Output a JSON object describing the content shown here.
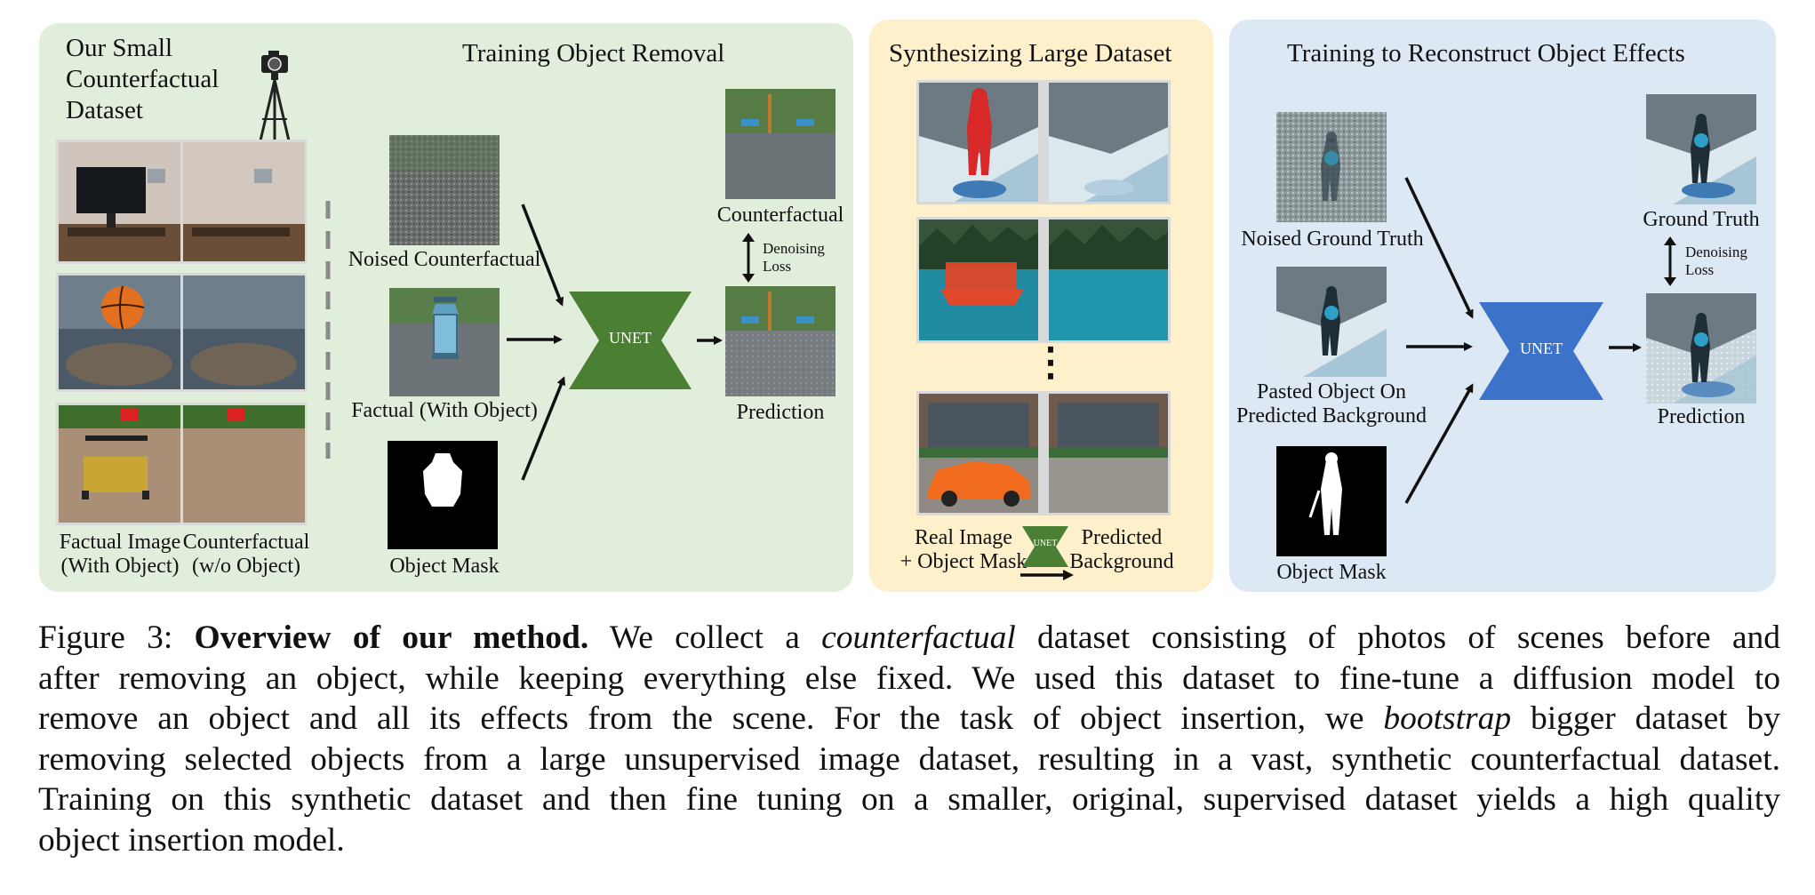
{
  "colors": {
    "green_panel": "#e2eedc",
    "yellow_panel": "#fdf0cb",
    "blue_panel": "#dde8f5",
    "unet_green": "#4b7f34",
    "unet_blue": "#3d72c9"
  },
  "panel_dataset": {
    "title_lines": [
      "Our Small",
      "Counterfactual",
      "Dataset"
    ],
    "icon": "tripod-camera-icon",
    "factual_label_lines": [
      "Factual Image",
      "(With Object)"
    ],
    "counterfactual_label_lines": [
      "Counterfactual",
      "(w/o Object)"
    ]
  },
  "panel_removal": {
    "title": "Training Object Removal",
    "noised_label": "Noised Counterfactual",
    "factual_label": "Factual (With Object)",
    "mask_label": "Object Mask",
    "unet_label": "UNET",
    "counterfactual_label": "Counterfactual",
    "loss_lines": [
      "Denoising",
      "Loss"
    ],
    "prediction_label": "Prediction"
  },
  "panel_synth": {
    "title": "Synthesizing Large Dataset",
    "ellipsis": "⋮",
    "real_lines": [
      "Real Image",
      "+ Object Mask"
    ],
    "unet_label": "UNET",
    "pred_lines": [
      "Predicted",
      "Background"
    ]
  },
  "panel_effects": {
    "title": "Training to Reconstruct Object Effects",
    "noised_label": "Noised Ground Truth",
    "pasted_lines": [
      "Pasted Object On",
      "Predicted Background"
    ],
    "mask_label": "Object Mask",
    "unet_label": "UNET",
    "gt_label": "Ground Truth",
    "loss_lines": [
      "Denoising",
      "Loss"
    ],
    "prediction_label": "Prediction"
  },
  "caption": {
    "fig_label": "Figure 3:",
    "bold_title": "Overview of our method.",
    "line1_a": "We collect a",
    "line1_em": "counterfactual",
    "line1_b": "dataset consisting of photos of scenes before and",
    "line2": "after removing an object, while keeping everything else fixed. We used this dataset to fine-tune a diffusion model to",
    "line3_a": "remove an object and all its effects from the scene. For the task of object insertion, we",
    "line3_em": "bootstrap",
    "line3_b": "bigger dataset by",
    "line4": "removing selected objects from a large unsupervised image dataset, resulting in a vast, synthetic counterfactual dataset.",
    "line5": "Training on this synthetic dataset and then fine tuning on a smaller, original, supervised dataset yields a high quality",
    "line6": "object insertion model."
  }
}
